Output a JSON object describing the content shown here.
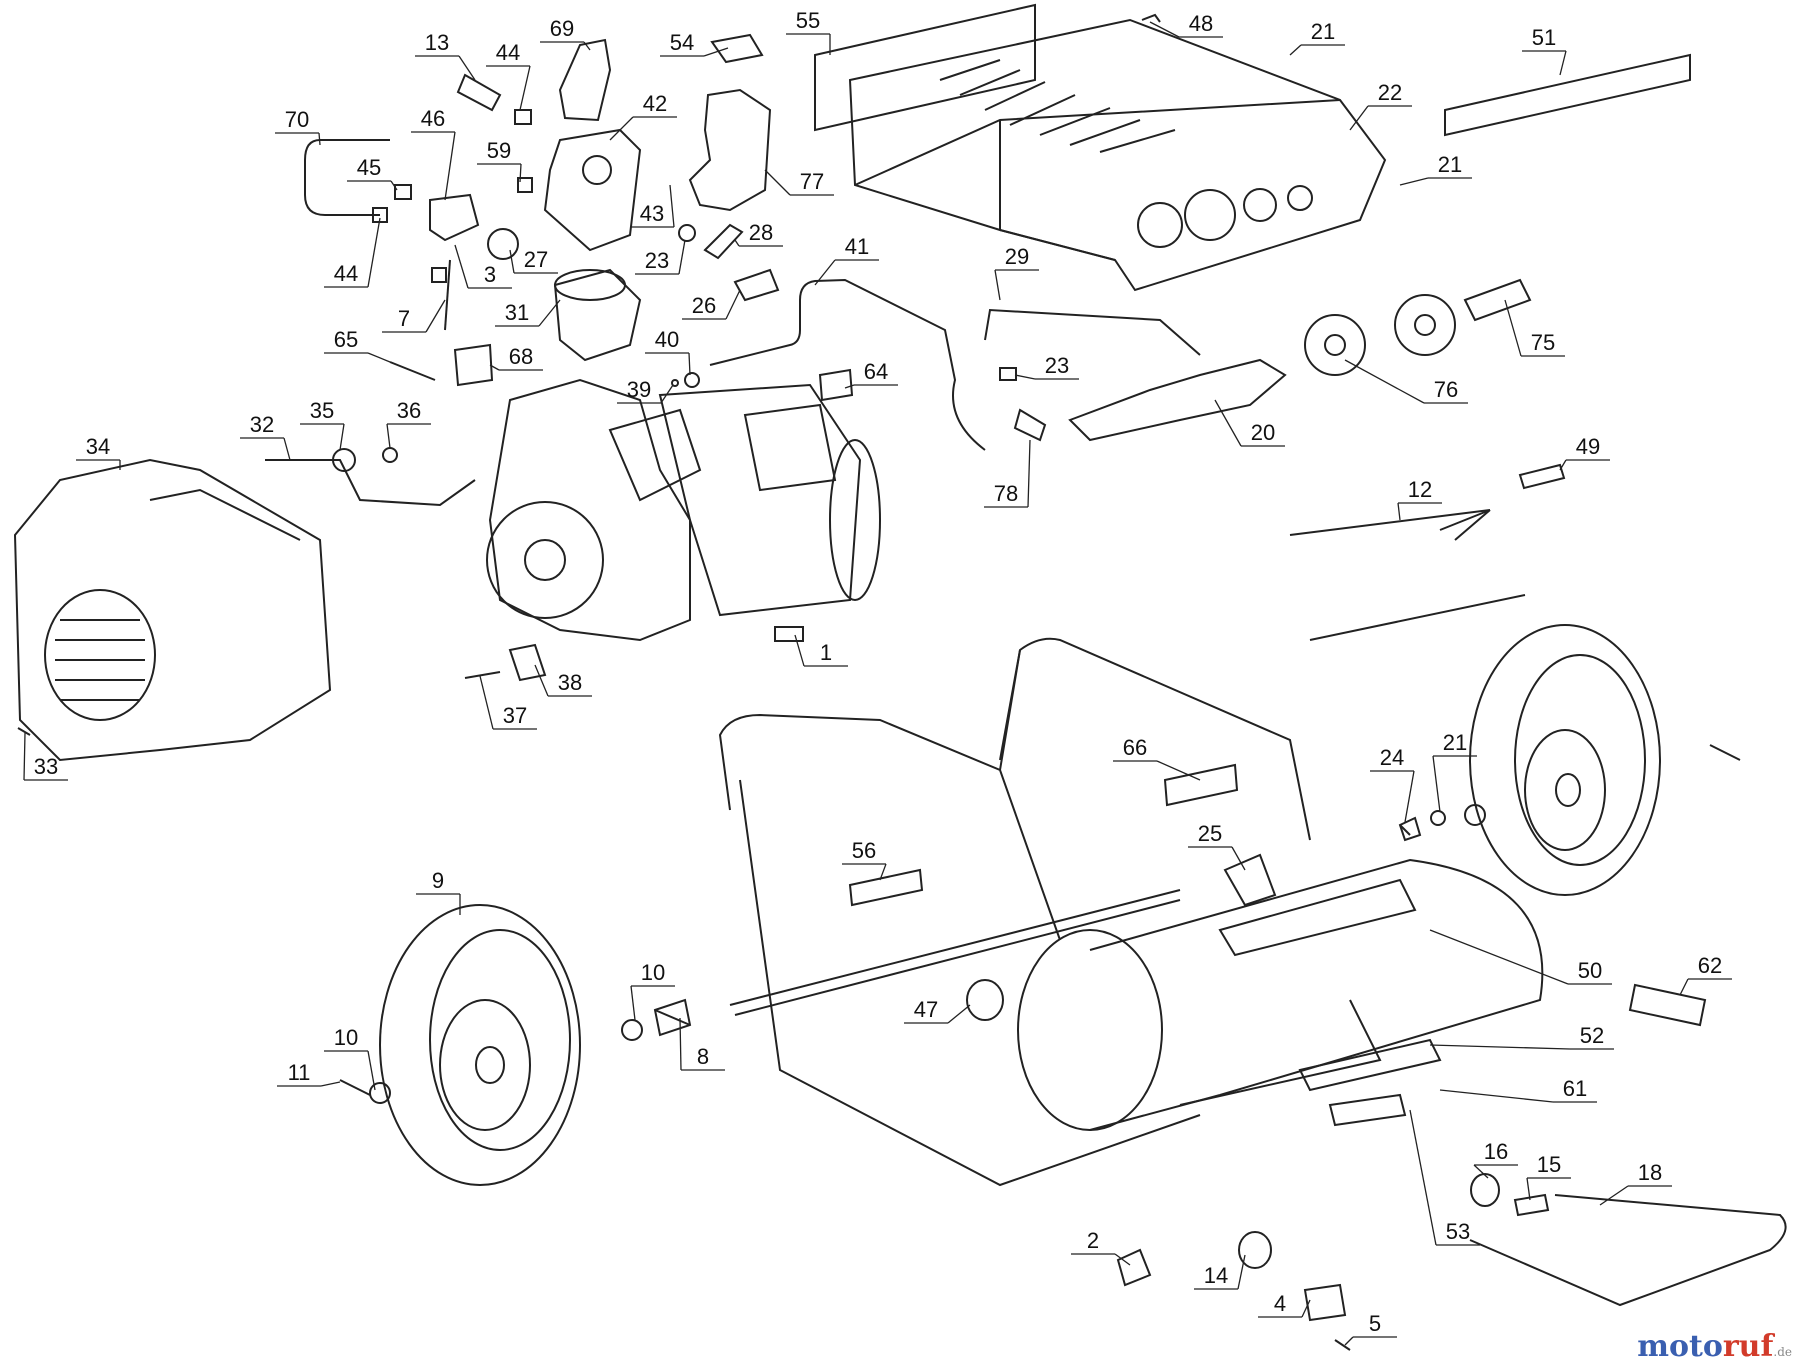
{
  "diagram": {
    "labels": [
      "1",
      "2",
      "3",
      "4",
      "5",
      "7",
      "8",
      "9",
      "10",
      "10",
      "11",
      "12",
      "13",
      "14",
      "15",
      "16",
      "18",
      "20",
      "21",
      "21",
      "21",
      "22",
      "23",
      "23",
      "24",
      "25",
      "26",
      "27",
      "28",
      "29",
      "31",
      "32",
      "33",
      "34",
      "35",
      "36",
      "37",
      "38",
      "39",
      "40",
      "41",
      "42",
      "43",
      "44",
      "44",
      "45",
      "46",
      "47",
      "48",
      "49",
      "50",
      "51",
      "52",
      "53",
      "54",
      "55",
      "56",
      "59",
      "61",
      "62",
      "64",
      "65",
      "66",
      "68",
      "69",
      "70",
      "75",
      "76",
      "77",
      "78"
    ]
  },
  "watermark": {
    "text_a": "moto",
    "text_b": "ruf",
    "suffix": ".de"
  }
}
